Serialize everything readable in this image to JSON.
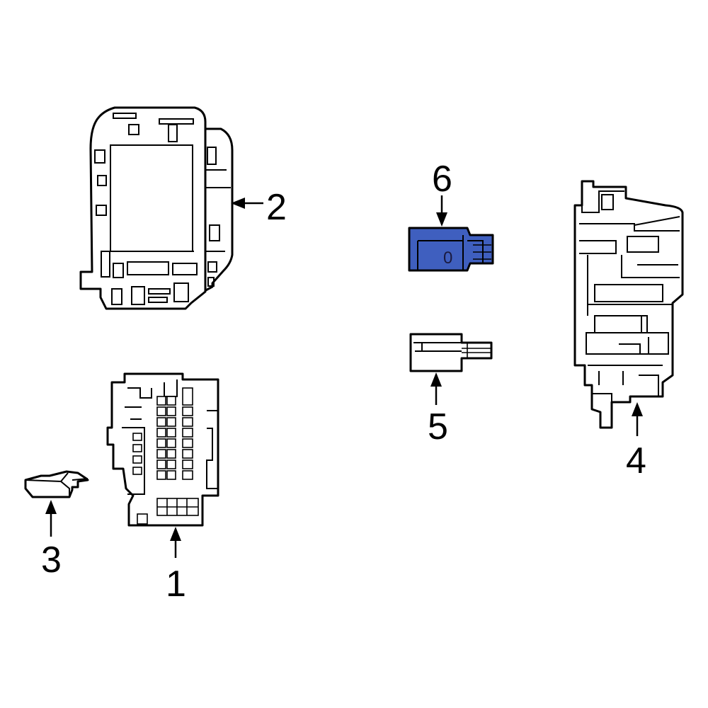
{
  "callouts": {
    "c1": "1",
    "c2": "2",
    "c3": "3",
    "c4": "4",
    "c5": "5",
    "c6": "6"
  },
  "highlight": {
    "part_number": "6",
    "fill_color": "#3F5FBF",
    "marking": "0"
  },
  "colors": {
    "line": "#000000",
    "background": "#FFFFFF"
  }
}
